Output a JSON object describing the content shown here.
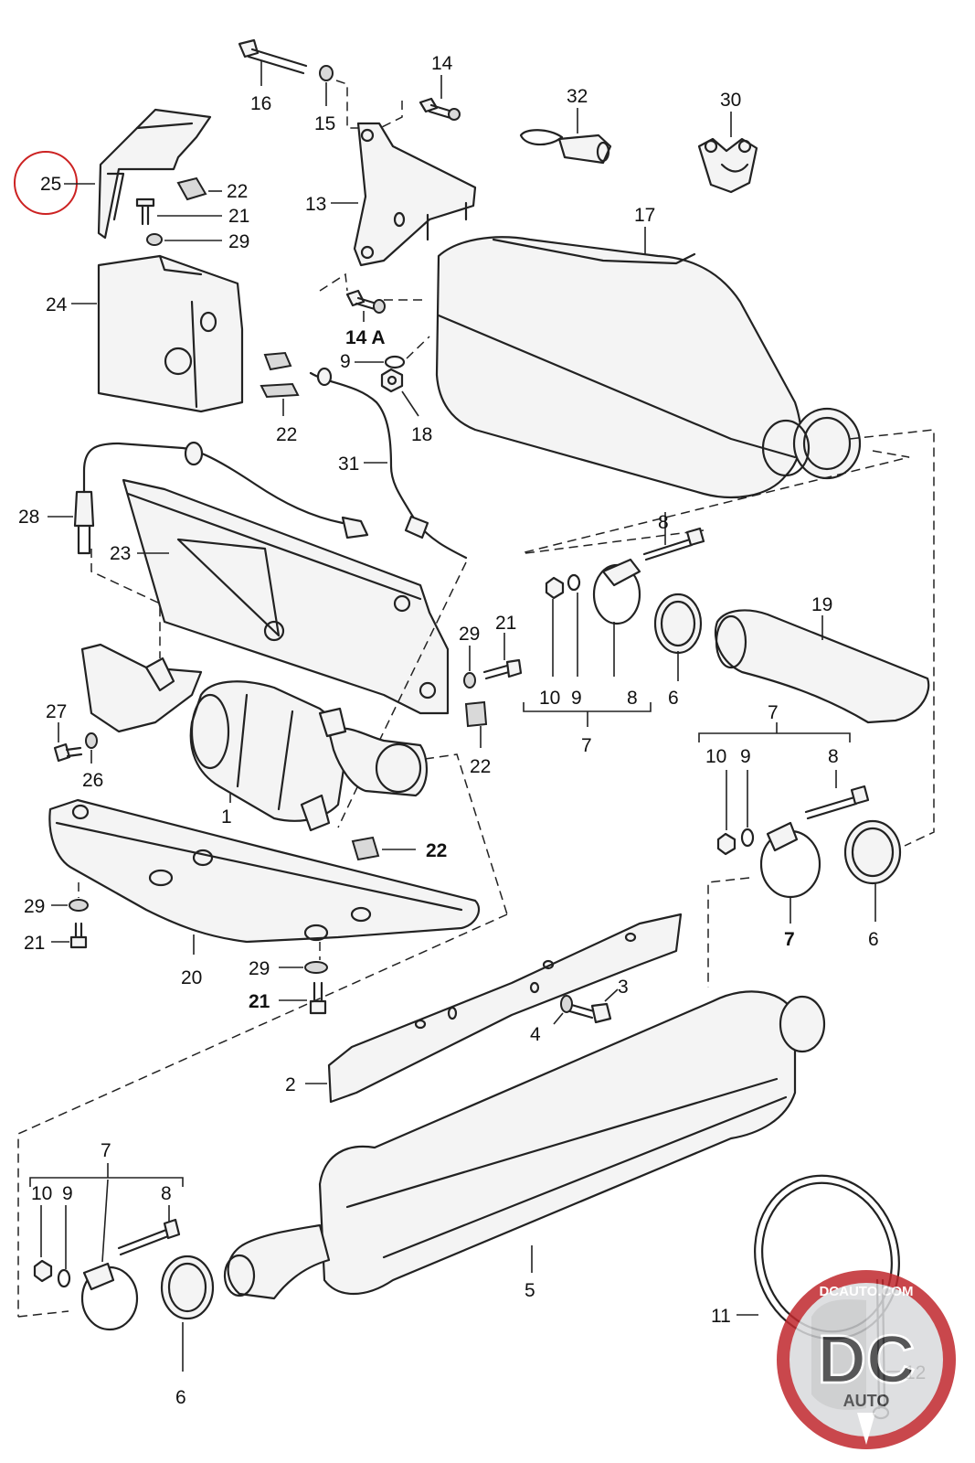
{
  "callouts": {
    "c25": "25",
    "c22a": "22",
    "c21a": "21",
    "c29a": "29",
    "c24": "24",
    "c16": "16",
    "c15": "15",
    "c13": "13",
    "c14": "14",
    "c14a": "14 A",
    "c9a": "9",
    "c18": "18",
    "c22b": "22",
    "c31": "31",
    "c32": "32",
    "c30": "30",
    "c17": "17",
    "c28": "28",
    "c23": "23",
    "c8a": "8",
    "c10a": "10",
    "c9b": "9",
    "c8b": "8",
    "c6a": "6",
    "c7a": "7",
    "c19": "19",
    "c29b": "29",
    "c21b": "21",
    "c22c": "22",
    "c27": "27",
    "c26": "26",
    "c1": "1",
    "c22d": "22",
    "c7b": "7",
    "c10b": "10",
    "c9c": "9",
    "c8c": "8",
    "c7c": "7",
    "c6b": "6",
    "c29c": "29",
    "c21c": "21",
    "c20": "20",
    "c29d": "29",
    "c21d": "21",
    "c3": "3",
    "c4": "4",
    "c2": "2",
    "c5": "5",
    "c7d": "7",
    "c10c": "10",
    "c9d": "9",
    "c8d": "8",
    "c6c": "6",
    "c11": "11",
    "c12": "12"
  },
  "logo": {
    "url_text": "DCAUTO.COM",
    "mark_text": "DC",
    "sub_text": "AUTO"
  },
  "colors": {
    "highlight_circle": "#cc2222",
    "logo_red": "#c0282d",
    "logo_bg": "#d9dadc",
    "line": "#222222"
  }
}
